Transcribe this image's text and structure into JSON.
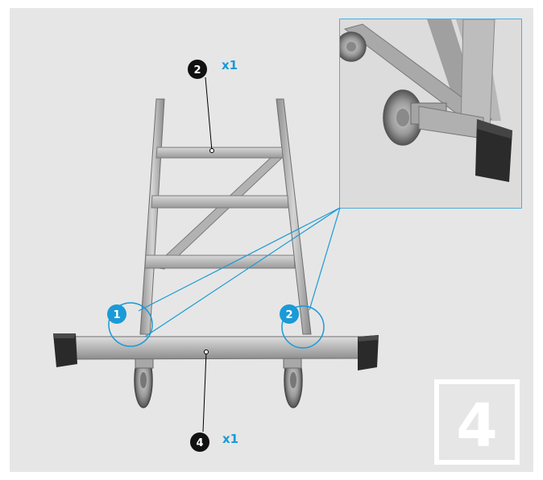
{
  "callouts": {
    "top_part_number": "2",
    "top_quantity": "x1",
    "bottom_part_number": "4",
    "bottom_quantity": "x1",
    "left_joint_number": "1",
    "right_joint_number": "2"
  },
  "step": {
    "number": "4"
  },
  "colors": {
    "panel": "#e6e6e6",
    "accent": "#1a9ad6",
    "badge": "#111111",
    "metal": "#b8b8b8",
    "rubber": "#2a2a2a"
  }
}
